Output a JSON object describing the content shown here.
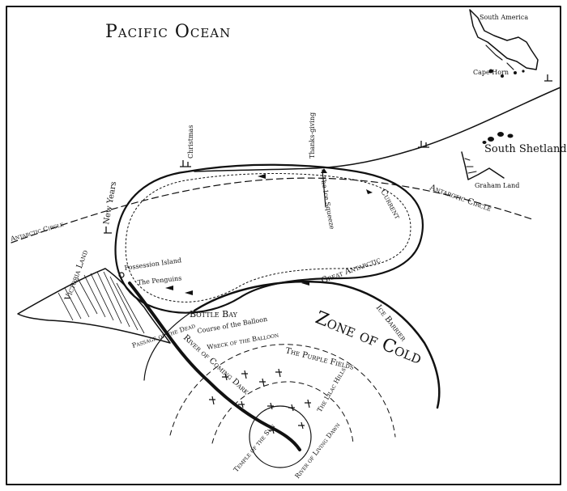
{
  "map": {
    "labels": {
      "pacific_ocean": "Pacific Ocean",
      "south_america": "South America",
      "cape_horn": "Cape Horn",
      "south_shetlands": "South Shetlands",
      "graham_land": "Graham Land",
      "antarctic_circle_left": "Antarctic Circle",
      "antarctic_circle_right": "Antarctic Circle",
      "christmas": "Christmas",
      "new_years": "New Years",
      "thanksgiving": "Thanks-giving",
      "ice_squeeze": "The Ice Squeeze",
      "current_arc": "Current",
      "great_antarctic": "Great Antarctic",
      "possession_island": "Possession Island",
      "the_penguins": "The Penguins",
      "victoria_land": "Victoria Land",
      "bottle_bay": "Bottle Bay",
      "course_of_balloon": "Course of the Balloon",
      "wreck_of_balloon": "Wreck of the Balloon",
      "passage_of_dead": "Passage of the Dead",
      "river_coming_dark": "River of Coming Dark",
      "zone_of_cold": "Zone of Cold",
      "ice_barrier": "Ice Barrier",
      "purple_fields": "The Purple Fields",
      "lilac_hills": "The Lilac Hills",
      "temple_of_sun": "Temple of the Sun",
      "river_living_dawn": "River of Living Dawn"
    },
    "ink_color": "#111111",
    "paper_color": "#ffffff"
  }
}
